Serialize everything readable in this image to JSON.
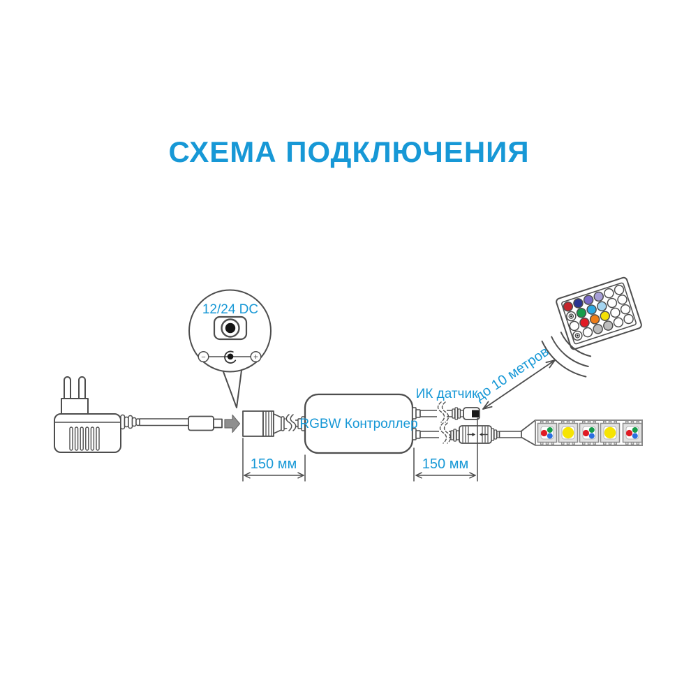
{
  "title": "СХЕМА ПОДКЛЮЧЕНИЯ",
  "colors": {
    "accent_blue": "#1798d6",
    "line_gray": "#4d4d4d",
    "insert_arrow_fill": "#8f8f8f",
    "ir_window_black": "#1a1a1a",
    "remote_button_gray": "#bdbdbd"
  },
  "callout": {
    "label": "12/24 DC",
    "minus": "−",
    "plus": "+"
  },
  "controller": {
    "label": "RGBW Контроллер"
  },
  "ir_sensor": {
    "label": "ИК датчик"
  },
  "remote_range": {
    "label": "до 10 метров"
  },
  "dimensions": {
    "left": "150 мм",
    "right": "150 мм"
  },
  "remote": {
    "rows": 4,
    "cols": 6,
    "buttons": [
      [
        "#c4242b",
        "#2b3490",
        "#7a6bc8",
        "#a79fd8",
        "#ffffff",
        "#ffffff"
      ],
      [
        "target",
        "#169c4a",
        "#2ba8e0",
        "#a5d5f0",
        "#ffffff",
        "#ffffff"
      ],
      [
        "#ffffff",
        "#e01b24",
        "#ee7d18",
        "#f5e003",
        "#ffffff",
        "#ffffff"
      ],
      [
        "target",
        "#ffffff",
        "#bdbdbd",
        "#bdbdbd",
        "#ffffff",
        "#ffffff"
      ]
    ]
  },
  "led_strip": {
    "sequence": [
      "rgb",
      "white",
      "rgb",
      "white",
      "rgb"
    ],
    "rgb_dot_colors": {
      "red": "#e01b24",
      "green": "#169c4a",
      "blue": "#2b6fe0"
    },
    "white_led_color": "#f6e402"
  }
}
